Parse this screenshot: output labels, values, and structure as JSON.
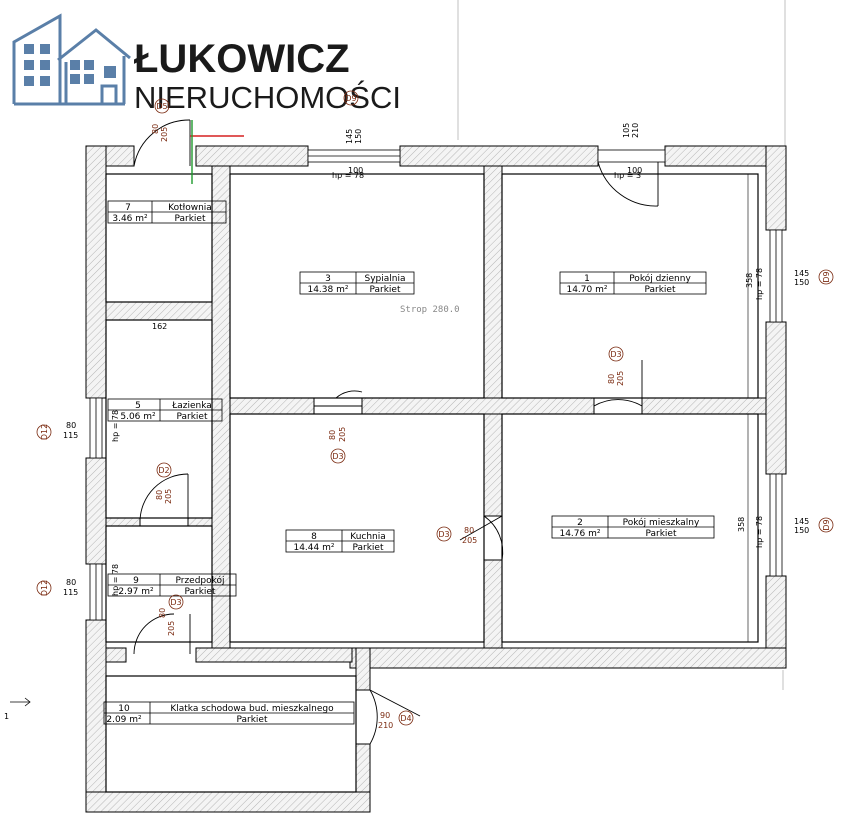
{
  "brand": {
    "name_line1": "ŁUKOWICZ",
    "name_line2": "NIERUCHOMOŚCI",
    "color": "#5a7fa8",
    "text_color": "#1a1a1a"
  },
  "colors": {
    "wall_line": "#000000",
    "wall_fill": "#f2f2f2",
    "door_arc": "#000000",
    "annotation": "#7a2a10",
    "room_text": "#000000",
    "axis_red": "#d62020",
    "axis_green": "#1f9a2c",
    "ceiling_note": "#888888"
  },
  "rooms": [
    {
      "number": "7",
      "name": "Kotłownia",
      "area": "3.46 m²",
      "floor": "Parkiet"
    },
    {
      "number": "3",
      "name": "Sypialnia",
      "area": "14.38 m²",
      "floor": "Parkiet"
    },
    {
      "number": "1",
      "name": "Pokój dzienny",
      "area": "14.70 m²",
      "floor": "Parkiet"
    },
    {
      "number": "5",
      "name": "Łazienka",
      "area": "5.06 m²",
      "floor": "Parkiet"
    },
    {
      "number": "8",
      "name": "Kuchnia",
      "area": "14.44 m²",
      "floor": "Parkiet"
    },
    {
      "number": "2",
      "name": "Pokój mieszkalny",
      "area": "14.76 m²",
      "floor": "Parkiet"
    },
    {
      "number": "9",
      "name": "Przedpokój",
      "area": "2.97 m²",
      "floor": "Parkiet"
    },
    {
      "number": "10",
      "name": "Klatka schodowa bud. mieszkalnego",
      "area": "2.09 m²",
      "floor": "Parkiet"
    }
  ],
  "ceiling_note": "Strop 280.0",
  "door_tags": [
    {
      "tag": "D5",
      "w": "80",
      "h": "205"
    },
    {
      "tag": "D3",
      "w": "80",
      "h": "205"
    },
    {
      "tag": "D3",
      "w": "80",
      "h": "205"
    },
    {
      "tag": "D2",
      "w": "80",
      "h": "205"
    },
    {
      "tag": "D3",
      "w": "80",
      "h": "205"
    },
    {
      "tag": "D3",
      "w": "80",
      "h": "205"
    },
    {
      "tag": "D4",
      "w": "90",
      "h": "210"
    }
  ],
  "window_tags": [
    {
      "tag": "D9",
      "w": "145",
      "h": "150",
      "hp": "hp = 78"
    },
    {
      "tag": "D9",
      "w": "145",
      "h": "150",
      "hp": "hp = 78"
    },
    {
      "tag": "D9",
      "w": "145",
      "h": "150",
      "hp": "hp = 78"
    },
    {
      "tag": "D12",
      "w": "80",
      "h": "115",
      "hp": "hp = 78"
    },
    {
      "tag": "D12",
      "w": "80",
      "h": "115",
      "hp": "hp = 78"
    },
    {
      "tag": "",
      "w": "105",
      "h": "210",
      "hp": "hp = 3"
    }
  ],
  "dimensions": {
    "top_opening": "100",
    "top_opening_right": "100",
    "corridor_width": "162",
    "room_height_upper": "358",
    "room_height_lower": "358",
    "edge_marker": "1"
  },
  "icons": {
    "logo": "house-building-logo-icon",
    "arrow": "arrow-right-icon"
  }
}
